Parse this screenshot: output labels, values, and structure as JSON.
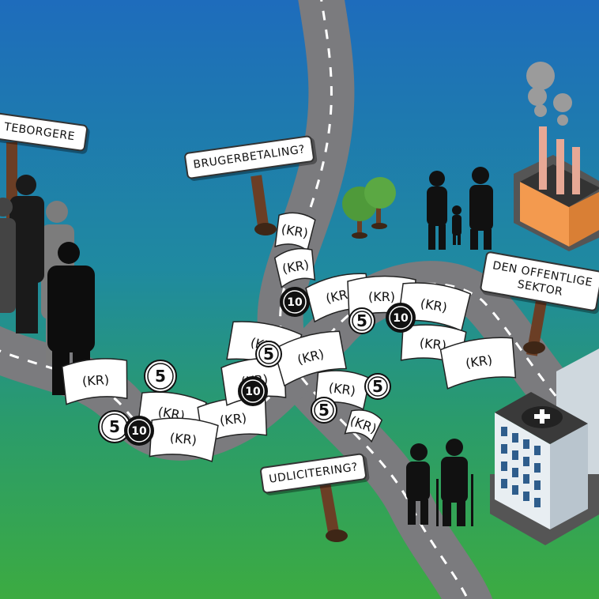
{
  "signs": {
    "citizens": "TEBORGERE",
    "user_payment": "BRUGERBETALING?",
    "public_sector_line1": "DEN OFFENTLIGE",
    "public_sector_line2": "SEKTOR",
    "tendering": "UDLICITERING?"
  },
  "money": {
    "bill_label": "(KR)",
    "coin_small": "5",
    "coin_large": "10"
  },
  "colors": {
    "sky_top": "#1d6fb8",
    "ground_bottom": "#3aa845",
    "road": "#7a7a7c",
    "factory": "#f39a4f",
    "hospital": "#2e5d8c"
  }
}
